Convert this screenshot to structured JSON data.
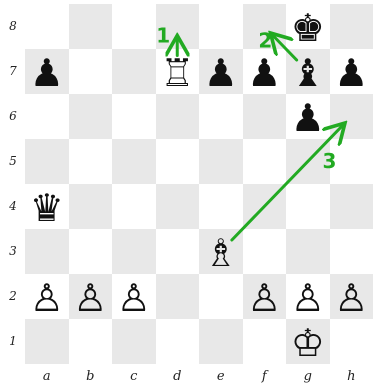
{
  "files": [
    "a",
    "b",
    "c",
    "d",
    "e",
    "f",
    "g",
    "h"
  ],
  "ranks": [
    "8",
    "7",
    "6",
    "5",
    "4",
    "3",
    "2",
    "1"
  ],
  "colors": {
    "light_square": "#ffffff",
    "dark_square": "#e8e8e8",
    "arrow": "#22aa22",
    "white_piece": "#ffffff",
    "black_piece": "#111111"
  },
  "pieces": [
    {
      "square": "g8",
      "piece": "king",
      "color": "black",
      "glyph": "♚"
    },
    {
      "square": "a7",
      "piece": "pawn",
      "color": "black",
      "glyph": "♟"
    },
    {
      "square": "d7",
      "piece": "rook",
      "color": "white",
      "glyph": "♖"
    },
    {
      "square": "e7",
      "piece": "pawn",
      "color": "black",
      "glyph": "♟"
    },
    {
      "square": "f7",
      "piece": "pawn",
      "color": "black",
      "glyph": "♟"
    },
    {
      "square": "g7",
      "piece": "bishop",
      "color": "black",
      "glyph": "♝"
    },
    {
      "square": "h7",
      "piece": "pawn",
      "color": "black",
      "glyph": "♟"
    },
    {
      "square": "g6",
      "piece": "pawn",
      "color": "black",
      "glyph": "♟"
    },
    {
      "square": "a4",
      "piece": "queen",
      "color": "black",
      "glyph": "♛"
    },
    {
      "square": "e3",
      "piece": "bishop",
      "color": "white",
      "glyph": "♗"
    },
    {
      "square": "a2",
      "piece": "pawn",
      "color": "white",
      "glyph": "♙"
    },
    {
      "square": "b2",
      "piece": "pawn",
      "color": "white",
      "glyph": "♙"
    },
    {
      "square": "c2",
      "piece": "pawn",
      "color": "white",
      "glyph": "♙"
    },
    {
      "square": "f2",
      "piece": "pawn",
      "color": "white",
      "glyph": "♙"
    },
    {
      "square": "g2",
      "piece": "pawn",
      "color": "white",
      "glyph": "♙"
    },
    {
      "square": "h2",
      "piece": "pawn",
      "color": "white",
      "glyph": "♙"
    },
    {
      "square": "g1",
      "piece": "king",
      "color": "white",
      "glyph": "♔"
    }
  ],
  "arrows": [
    {
      "number": "1",
      "from": "d7",
      "to": "d8"
    },
    {
      "number": "2",
      "from": "g7",
      "to": "f8"
    },
    {
      "number": "3",
      "from": "e3",
      "to": "h6"
    }
  ]
}
